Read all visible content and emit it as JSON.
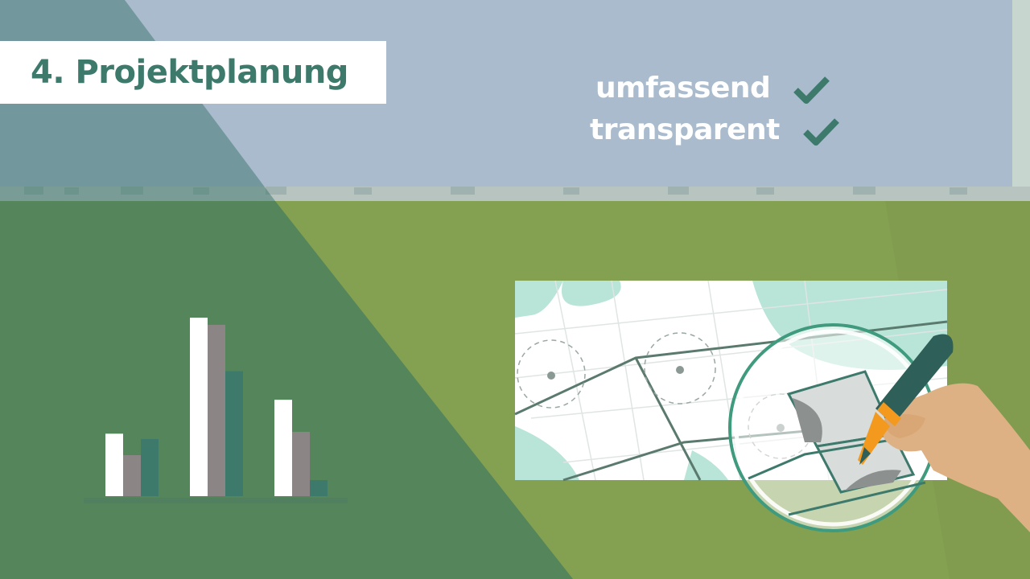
{
  "slide": {
    "title": "4. Projektplanung",
    "checklist": [
      {
        "label": "umfassend",
        "icon": "checkmark-icon"
      },
      {
        "label": "transparent",
        "icon": "checkmark-icon"
      }
    ]
  },
  "chart_data": {
    "type": "bar",
    "categories": [
      "",
      "",
      ""
    ],
    "series": [
      {
        "values": [
          35,
          100,
          54
        ]
      },
      {
        "values": [
          23,
          96,
          36
        ]
      },
      {
        "values": [
          32,
          70,
          9
        ]
      }
    ],
    "ylim": [
      0,
      100
    ],
    "grid": false,
    "legend": "none"
  },
  "colors": {
    "sky": "#a9bbcd",
    "grass": "#84a051",
    "overlay": "#2f6f63",
    "accent": "#3d7a6c",
    "bar_white": "#ffffff",
    "bar_gray": "#8b8685",
    "bar_teal": "#3d7a6c",
    "mint": "#b9e4d8",
    "skin": "#deb184",
    "pen_orange": "#f39a1e"
  }
}
